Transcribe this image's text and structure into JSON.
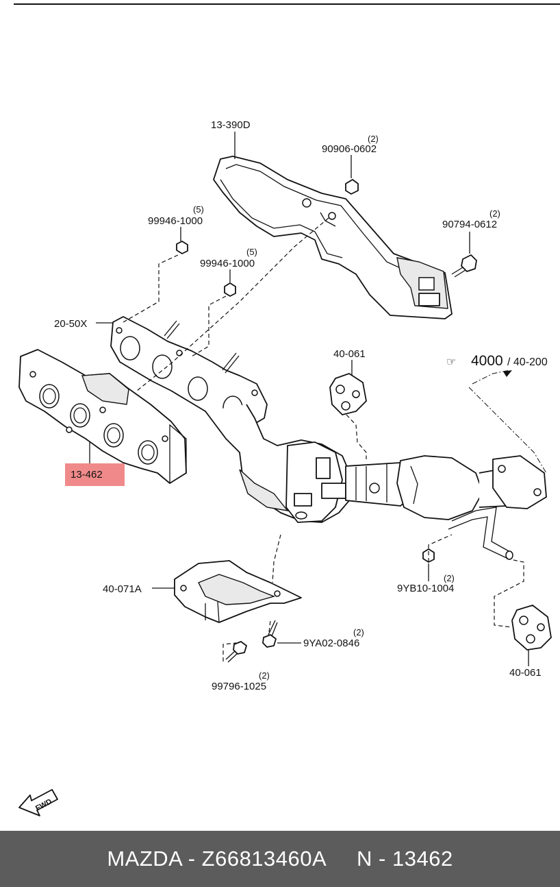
{
  "diagram": {
    "parts": {
      "heat_insulator_top": "13-390D",
      "nut_top": "90906-0602",
      "nut_top_qty": "(2)",
      "bolt_right": "90794-0612",
      "bolt_right_qty": "(2)",
      "nut_a": "99946-1000",
      "nut_a_qty": "(5)",
      "nut_b": "99946-1000",
      "nut_b_qty": "(5)",
      "manifold_gasket": "20-50X",
      "insulator_highlight": "13-462",
      "hanger_top": "40-061",
      "ref_arrow_main": "4000",
      "ref_arrow_sub": "/ 40-200",
      "bracket": "40-071A",
      "nut_bottom_right": "9YB10-1004",
      "nut_bottom_right_qty": "(2)",
      "bolt_bottom_mid": "9YA02-0846",
      "bolt_bottom_mid_qty": "(2)",
      "bolt_bottom_left": "99796-1025",
      "bolt_bottom_left_qty": "(2)",
      "hanger_bottom": "40-061",
      "fwd": "FWD"
    },
    "highlight_color": "#f08a8a"
  },
  "footer": {
    "text": "MAZDA - Z66813460A     N - 13462"
  }
}
